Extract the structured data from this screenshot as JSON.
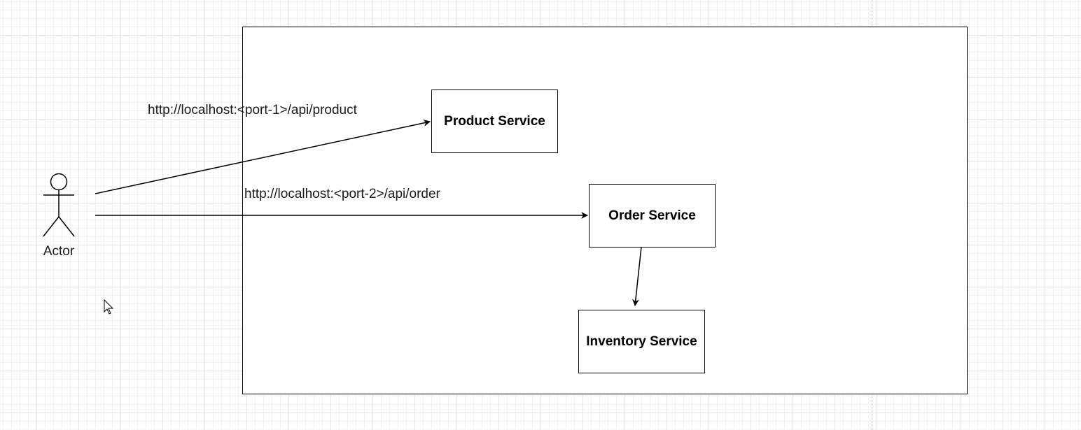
{
  "diagram": {
    "actor": {
      "label": "Actor"
    },
    "services": {
      "product": "Product Service",
      "order": "Order Service",
      "inventory": "Inventory Service"
    },
    "edges": {
      "actor_to_product": "http://localhost:<port-1>/api/product",
      "actor_to_order": "http://localhost:<port-2>/api/order"
    }
  },
  "colors": {
    "stroke": "#000000",
    "grid": "#e6e6e6",
    "background": "#ffffff"
  },
  "icons": {
    "actor": "stick-figure-icon",
    "cursor": "mouse-pointer-icon"
  }
}
